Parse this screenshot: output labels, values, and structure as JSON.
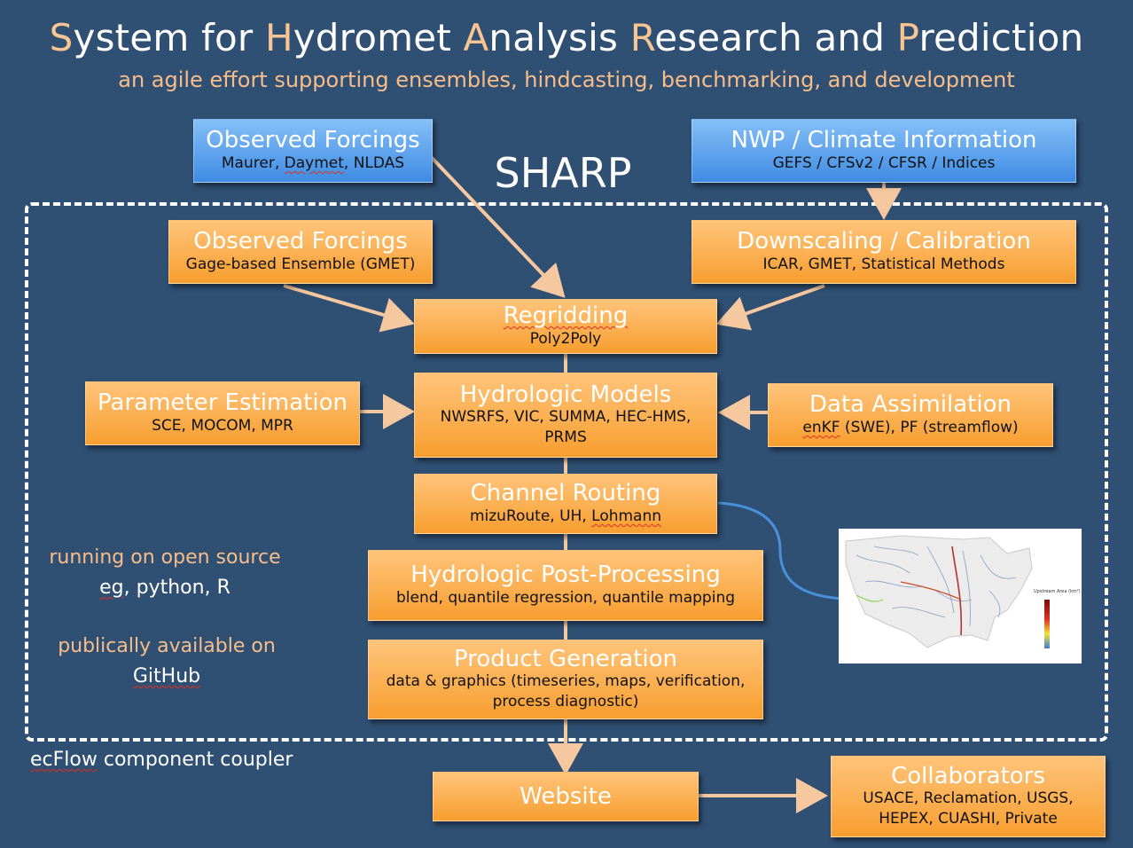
{
  "title": {
    "parts": [
      {
        "cap": "S",
        "rest": "ystem for "
      },
      {
        "cap": "H",
        "rest": "ydromet "
      },
      {
        "cap": "A",
        "rest": "nalysis "
      },
      {
        "cap": "R",
        "rest": "esearch and "
      },
      {
        "cap": "P",
        "rest": "rediction"
      }
    ]
  },
  "subtitle": "an agile effort supporting ensembles, hindcasting, benchmarking, and development",
  "sharp_label": "SHARP",
  "boxes": {
    "observed_forcings_top": {
      "title": "Observed Forcings",
      "sub_pre": "Maurer, ",
      "sub_squig": "Daymet",
      "sub_post": ", NLDAS"
    },
    "nwp_climate": {
      "title": "NWP / Climate Information",
      "sub": "GEFS / CFSv2 / CFSR / Indices"
    },
    "observed_forcings_gage": {
      "title": "Observed Forcings",
      "sub": "Gage-based Ensemble (GMET)"
    },
    "downscaling": {
      "title": "Downscaling / Calibration",
      "sub": "ICAR, GMET, Statistical Methods"
    },
    "regridding": {
      "title": "Regridding",
      "sub": "Poly2Poly"
    },
    "parameter_estimation": {
      "title": "Parameter Estimation",
      "sub": "SCE, MOCOM, MPR"
    },
    "hydrologic_models": {
      "title": "Hydrologic Models",
      "sub": "NWSRFS, VIC, SUMMA, HEC-HMS, PRMS"
    },
    "data_assimilation": {
      "title": "Data Assimilation",
      "sub_squig": "enKF",
      "sub_post": " (SWE), PF (streamflow)"
    },
    "channel_routing": {
      "title": "Channel Routing",
      "sub_pre": "mizuRoute, UH, ",
      "sub_squig": "Lohmann"
    },
    "post_processing": {
      "title": "Hydrologic Post-Processing",
      "sub": "blend, quantile regression, quantile mapping"
    },
    "product_generation": {
      "title": "Product Generation",
      "sub": "data & graphics (timeseries, maps, verification, process diagnostic)"
    },
    "website": {
      "title": "Website"
    },
    "collaborators": {
      "title": "Collaborators",
      "sub": "USACE, Reclamation, USGS, HEPEX, CUASHI, Private"
    }
  },
  "notes": {
    "running_on": "running on open source",
    "eg_squig": "eg",
    "eg_rest": ", python, R",
    "publically": "publically available on",
    "github": "GitHub",
    "ecflow_squig": "ecFlow",
    "ecflow_rest": " component coupler"
  },
  "map_legend": "Upstream Area (km²)",
  "colors": {
    "background": "#2f4f73",
    "orange_box": "#f79e2f",
    "blue_box": "#3f8be3",
    "arrow": "#f6c8a0",
    "accent_text": "#f7bd8a"
  }
}
